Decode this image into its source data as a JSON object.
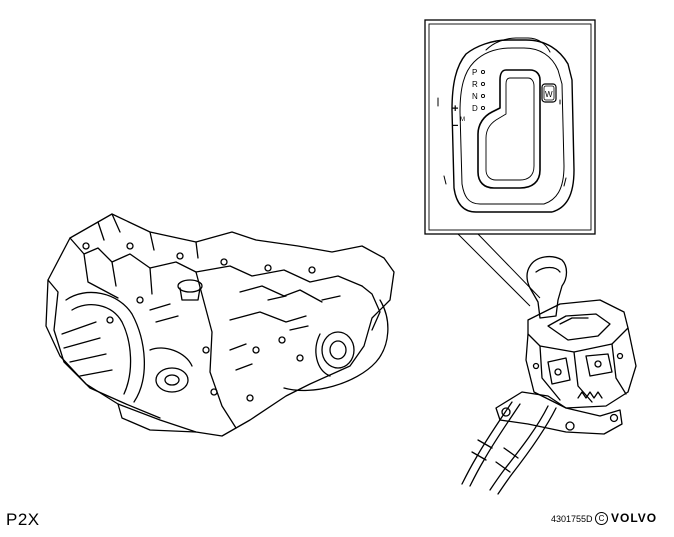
{
  "caption": {
    "model": "P2X",
    "ref_code": "4301755D",
    "copyright_symbol": "C",
    "brand": "VOLVO"
  },
  "gear_selector": {
    "positions": [
      "P",
      "R",
      "N",
      "D"
    ],
    "manual_plus": "+",
    "manual_minus": "−",
    "manual_label": "M",
    "winter_label": "W"
  },
  "colors": {
    "line": "#000000",
    "background": "#ffffff"
  }
}
